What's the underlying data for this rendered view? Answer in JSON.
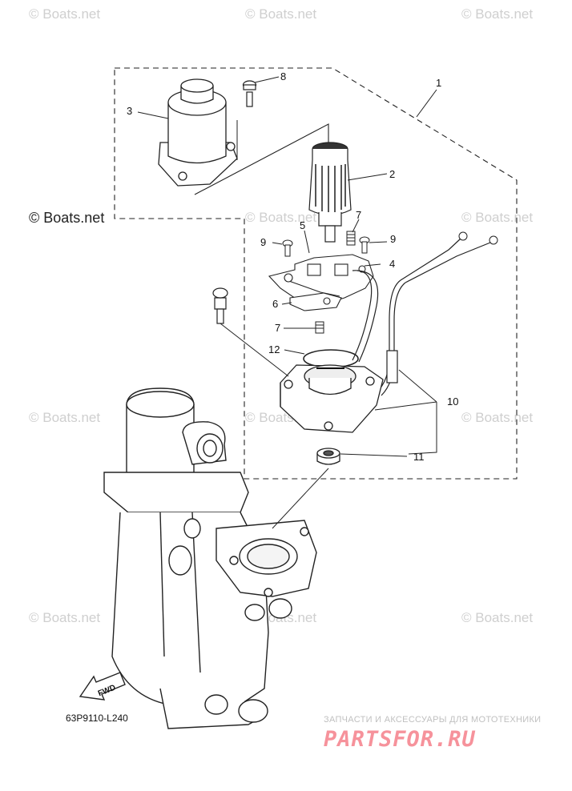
{
  "watermarks": {
    "text": "© Boats.net",
    "highlight_text": "© Boats.net"
  },
  "parts": [
    {
      "id": "1",
      "label": "1"
    },
    {
      "id": "2",
      "label": "2"
    },
    {
      "id": "3",
      "label": "3"
    },
    {
      "id": "4",
      "label": "4"
    },
    {
      "id": "5",
      "label": "5"
    },
    {
      "id": "6",
      "label": "6"
    },
    {
      "id": "7a",
      "label": "7"
    },
    {
      "id": "7b",
      "label": "7"
    },
    {
      "id": "8",
      "label": "8"
    },
    {
      "id": "9a",
      "label": "9"
    },
    {
      "id": "9b",
      "label": "9"
    },
    {
      "id": "10",
      "label": "10"
    },
    {
      "id": "11",
      "label": "11"
    },
    {
      "id": "12",
      "label": "12"
    }
  ],
  "direction_label": "FWD",
  "diagram_code": "63P9110-L240",
  "footer": {
    "tagline": "ЗАПЧАСТИ И АКСЕССУАРЫ ДЛЯ МОТОТЕХНИКИ",
    "logo": "PARTSFOR.RU"
  }
}
